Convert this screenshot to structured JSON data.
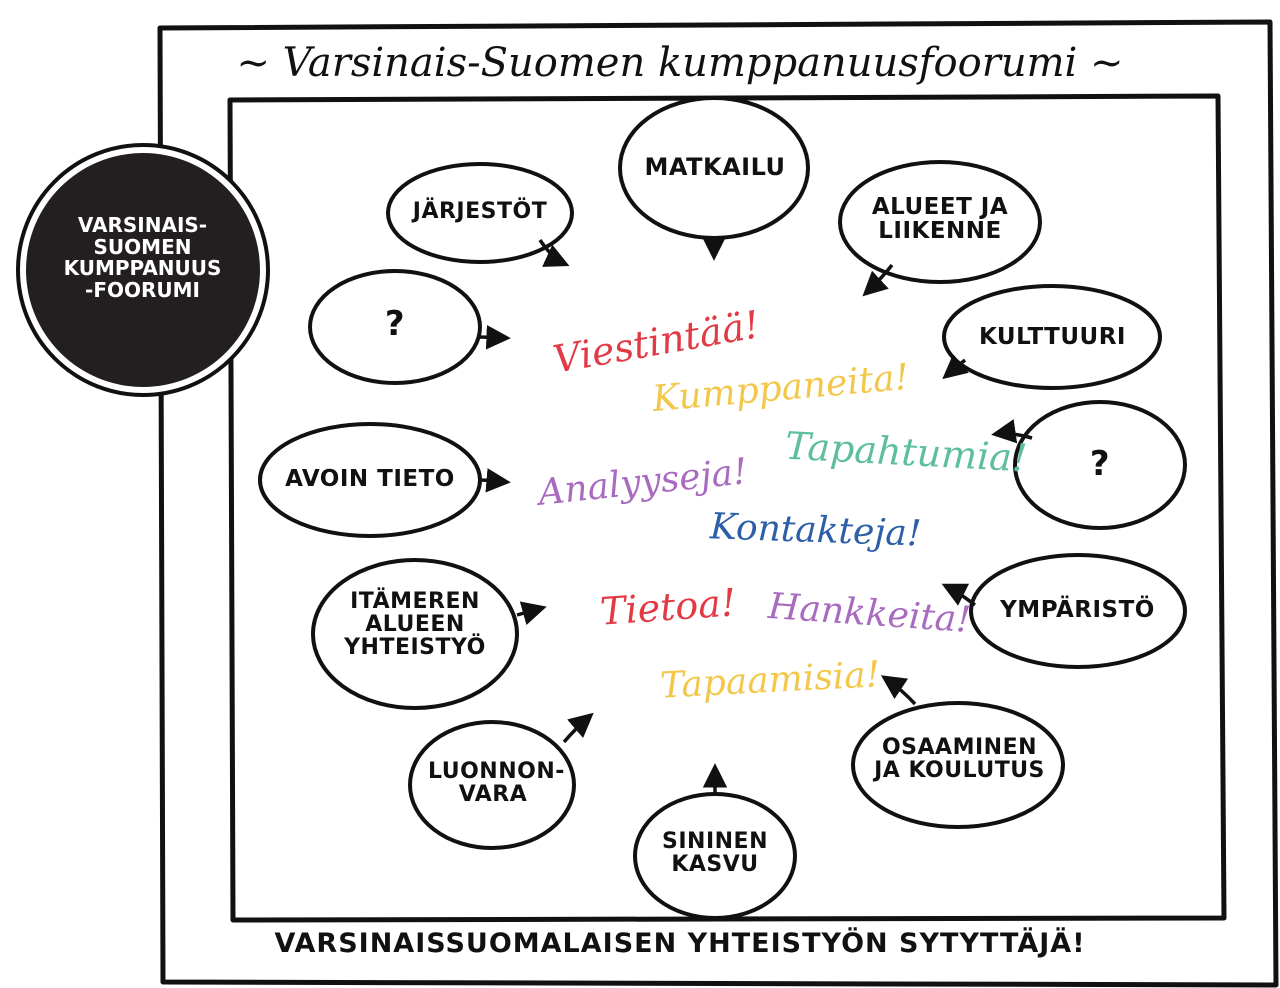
{
  "title": "~ Varsinais-Suomen kumppanuusfoorumi ~",
  "logo": {
    "lines": [
      "VARSINAIS-",
      "SUOMEN",
      "KUMPPANUUS",
      "-FOORUMI"
    ]
  },
  "topics": {
    "jarjestot": "JÄRJESTÖT",
    "matkailu": "MATKAILU",
    "alueet": "ALUEET JA LIIKENNE",
    "unknown_left": "?",
    "kulttuuri": "KULTTUURI",
    "avoin_tieto": "AVOIN TIETO",
    "unknown_right": "?",
    "itameri": "ITÄMEREN ALUEEN YHTEISTYÖ",
    "ymparisto": "YMPÄRISTÖ",
    "osaaminen": "OSAAMINEN JA KOULUTUS",
    "luonnonvara": "LUONNON-VARA",
    "sininen_kasvu": "SININEN KASVU"
  },
  "outcomes": {
    "viestintaa": "Viestintää!",
    "kumppaneita": "Kumppaneita!",
    "tapahtumia": "Tapahtumia!",
    "analyyseja": "Analyyseja!",
    "kontakteja": "Kontakteja!",
    "tietoa": "Tietoa!",
    "hankkeita": "Hankkeita!",
    "tapaamisia": "Tapaamisia!"
  },
  "footer": "VARSINAISSUOMALAISEN YHTEISTYÖN SYTYTTÄJÄ!",
  "colors": {
    "ink": "#111111",
    "red": "#e23a45",
    "yellow": "#f2c74a",
    "teal": "#5fbf9c",
    "purple": "#a86bc0",
    "blue": "#2d5fa8"
  }
}
